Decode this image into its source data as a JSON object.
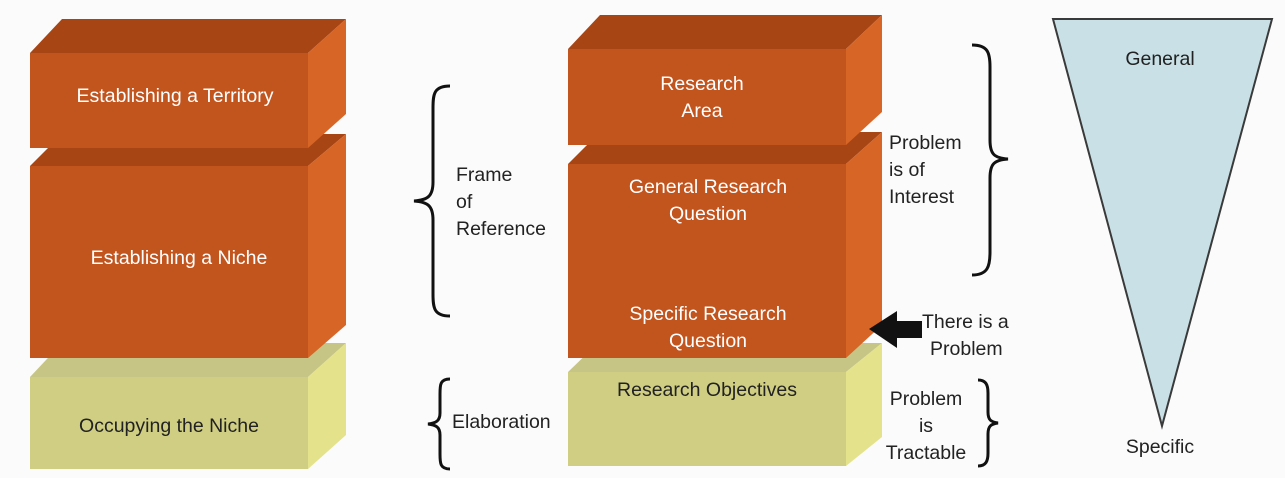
{
  "left_stack": {
    "territory": "Establishing a Territory",
    "niche": "Establishing a Niche",
    "occupying": "Occupying the Niche"
  },
  "middle_stack": {
    "area_line1": "Research",
    "area_line2": "Area",
    "general_line1": "General Research",
    "general_line2": "Question",
    "specific_line1": "Specific Research",
    "specific_line2": "Question",
    "objectives": "Research Objectives"
  },
  "labels": {
    "frame_line1": "Frame",
    "frame_line2": "of",
    "frame_line3": "Reference",
    "elaboration": "Elaboration",
    "interest_line1": "Problem",
    "interest_line2": "is of",
    "interest_line3": "Interest",
    "problem_line1": "There is a",
    "problem_line2": "Problem",
    "tractable_line1": "Problem",
    "tractable_line2": "is",
    "tractable_line3": "Tractable"
  },
  "funnel": {
    "top": "General",
    "bottom": "Specific"
  },
  "colors": {
    "orange_front": "#C2541E",
    "orange_top": "#A84515",
    "orange_side": "#D76526",
    "olive_front": "#CFCE82",
    "olive_top": "#C7C585",
    "olive_side": "#E4E38C",
    "funnel_fill": "#C9E1E6"
  }
}
